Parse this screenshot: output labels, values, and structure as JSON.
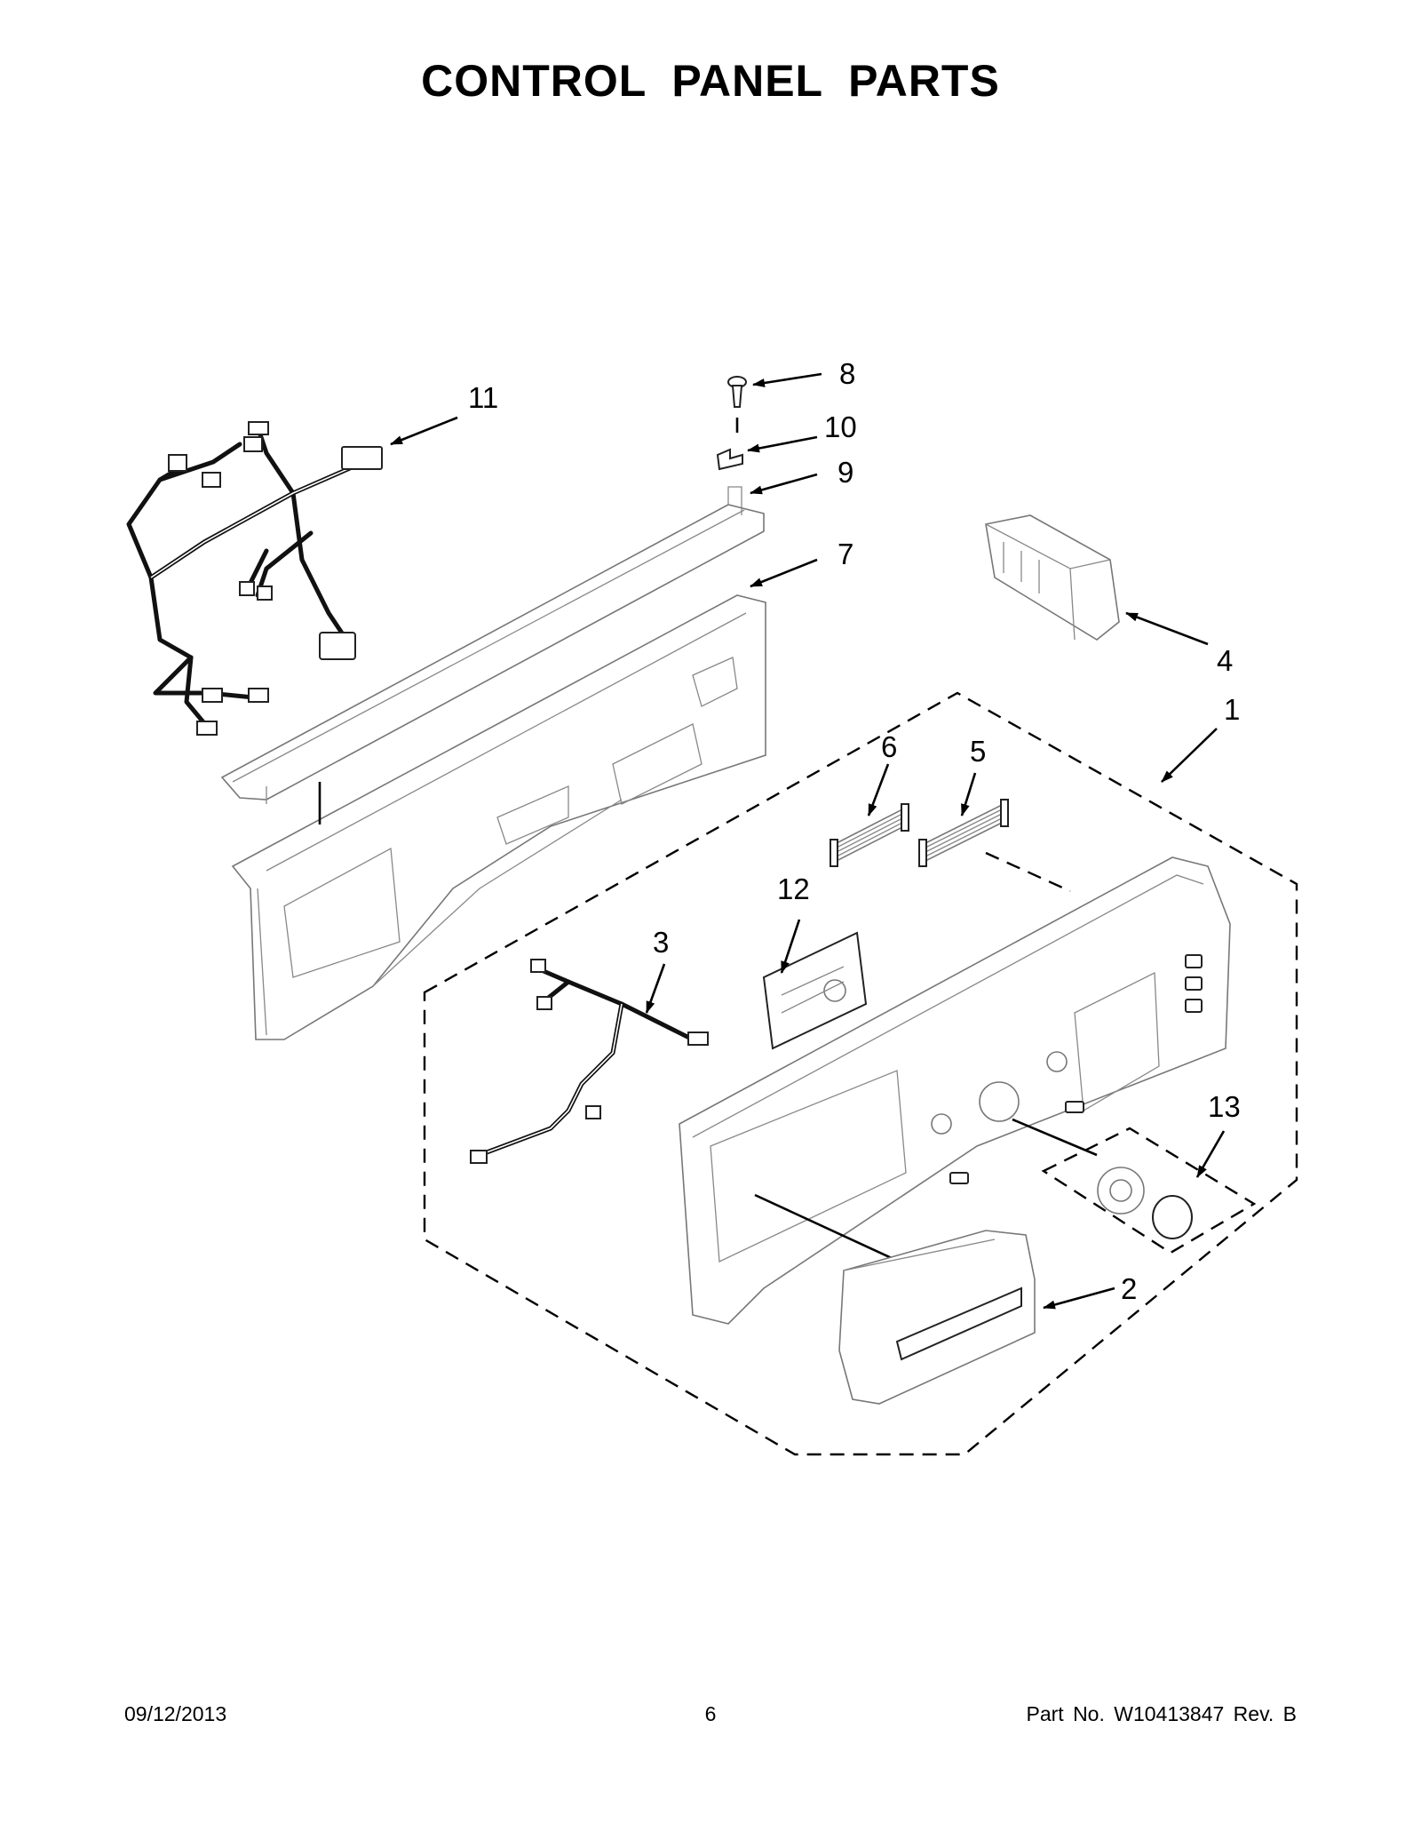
{
  "title": "CONTROL PANEL PARTS",
  "footer": {
    "date": "09/12/2013",
    "page": "6",
    "part_no": "Part No.  W10413847  Rev.  B"
  },
  "callouts": [
    "1",
    "2",
    "3",
    "4",
    "5",
    "6",
    "7",
    "8",
    "9",
    "10",
    "11",
    "12",
    "13"
  ]
}
